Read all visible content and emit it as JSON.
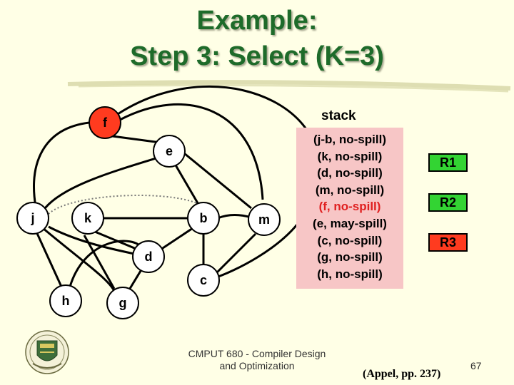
{
  "title": {
    "line1": "Example:",
    "line2": "Step 3: Select (K=3)"
  },
  "graph": {
    "nodes": [
      {
        "id": "f",
        "label": "f",
        "fill": "#ff3b1f"
      },
      {
        "id": "e",
        "label": "e",
        "fill": "#ffffff"
      },
      {
        "id": "j",
        "label": "j",
        "fill": "#ffffff"
      },
      {
        "id": "k",
        "label": "k",
        "fill": "#ffffff"
      },
      {
        "id": "b",
        "label": "b",
        "fill": "#ffffff"
      },
      {
        "id": "m",
        "label": "m",
        "fill": "#ffffff"
      },
      {
        "id": "d",
        "label": "d",
        "fill": "#ffffff"
      },
      {
        "id": "c",
        "label": "c",
        "fill": "#ffffff"
      },
      {
        "id": "h",
        "label": "h",
        "fill": "#ffffff"
      },
      {
        "id": "g",
        "label": "g",
        "fill": "#ffffff"
      }
    ]
  },
  "stack": {
    "title": "stack",
    "items": [
      {
        "text": "(j-b, no-spill)",
        "highlight": false
      },
      {
        "text": "(k, no-spill)",
        "highlight": false
      },
      {
        "text": "(d, no-spill)",
        "highlight": false
      },
      {
        "text": "(m, no-spill)",
        "highlight": false
      },
      {
        "text": "(f, no-spill)",
        "highlight": true
      },
      {
        "text": "(e, may-spill)",
        "highlight": false
      },
      {
        "text": "(c, no-spill)",
        "highlight": false
      },
      {
        "text": "(g, no-spill)",
        "highlight": false
      },
      {
        "text": "(h, no-spill)",
        "highlight": false
      }
    ]
  },
  "registers": [
    {
      "label": "R1",
      "color": "#33d433"
    },
    {
      "label": "R2",
      "color": "#33d433"
    },
    {
      "label": "R3",
      "color": "#ff3b1f"
    }
  ],
  "footer": {
    "line1": "CMPUT 680 - Compiler Design",
    "line2": "and Optimization",
    "citation": "(Appel, pp. 237)",
    "page": "67"
  }
}
